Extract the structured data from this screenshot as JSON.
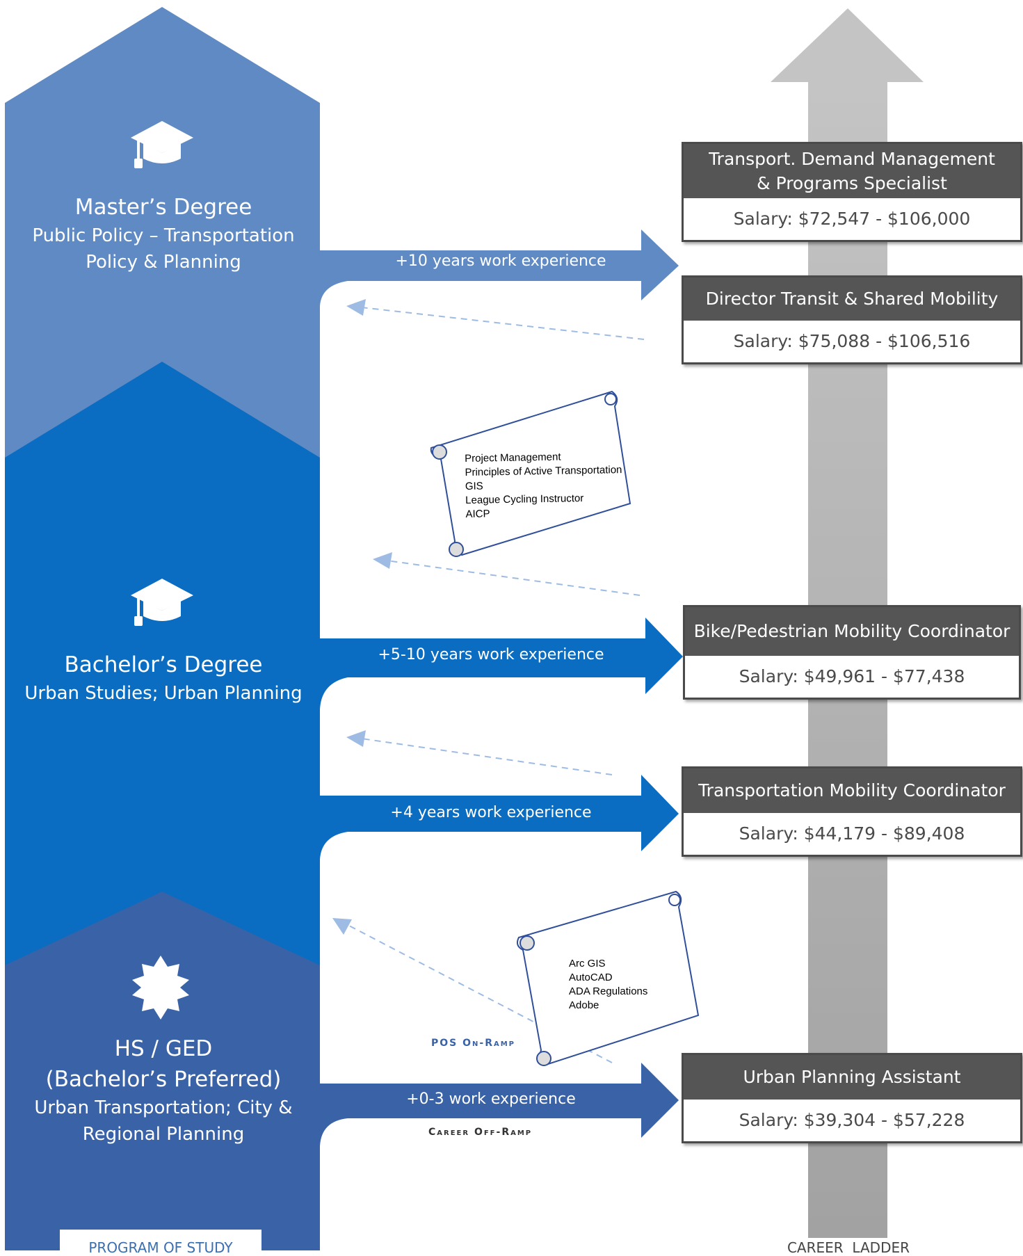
{
  "program_of_study": {
    "label": "PROGRAM OF STUDY",
    "levels": [
      {
        "icon": "graduation-cap-icon",
        "title": "Master’s Degree",
        "subtitle_1": "Public Policy – Transportation",
        "subtitle_2": "Policy & Planning",
        "color": "#5f8ac4"
      },
      {
        "icon": "graduation-cap-icon",
        "title": "Bachelor’s Degree",
        "subtitle_1": "Urban Studies; Urban Planning",
        "color": "#0a6dc2"
      },
      {
        "icon": "starburst-icon",
        "title_1": "HS / GED",
        "title_2": "(Bachelor’s Preferred)",
        "subtitle_1": "Urban Transportation; City &",
        "subtitle_2": "Regional Planning",
        "color": "#3a62a6"
      }
    ]
  },
  "career_ladder": {
    "label": "CAREER  LADDER",
    "jobs": [
      {
        "title_1": "Transport. Demand Management",
        "title_2": "& Programs Specialist",
        "salary": "Salary: $72,547 - $106,000"
      },
      {
        "title_1": "Director Transit & Shared Mobility",
        "salary": "Salary: $75,088 - $106,516"
      },
      {
        "title_1": "Bike/Pedestrian Mobility Coordinator",
        "salary": "Salary: $49,961 - $77,438"
      },
      {
        "title_1": "Transportation Mobility Coordinator",
        "salary": "Salary: $44,179 - $89,408"
      },
      {
        "title_1": "Urban Planning Assistant",
        "salary": "Salary: $39,304 - $57,228"
      }
    ]
  },
  "arrows": [
    {
      "label": "+10 years work experience",
      "color": "#5f8ac4"
    },
    {
      "label": "+5-10 years work experience",
      "color": "#0a6dc2"
    },
    {
      "label": "+4 years work experience",
      "color": "#0a6dc2"
    },
    {
      "label": "+0-3 work experience",
      "color": "#3a62a6"
    }
  ],
  "scrolls": [
    {
      "items": [
        "Project Management",
        "Principles of Active Transportation",
        "GIS",
        "League Cycling Instructor",
        "AICP"
      ]
    },
    {
      "items": [
        "Arc GIS",
        "AutoCAD",
        "ADA Regulations",
        "Adobe"
      ]
    }
  ],
  "ramps": {
    "on_ramp": "POS On-Ramp",
    "off_ramp": "Career Off-Ramp"
  },
  "colors": {
    "ladder": "#b0b0b0",
    "box_header": "#555555",
    "dashed_arrow": "#9dbbe3"
  }
}
